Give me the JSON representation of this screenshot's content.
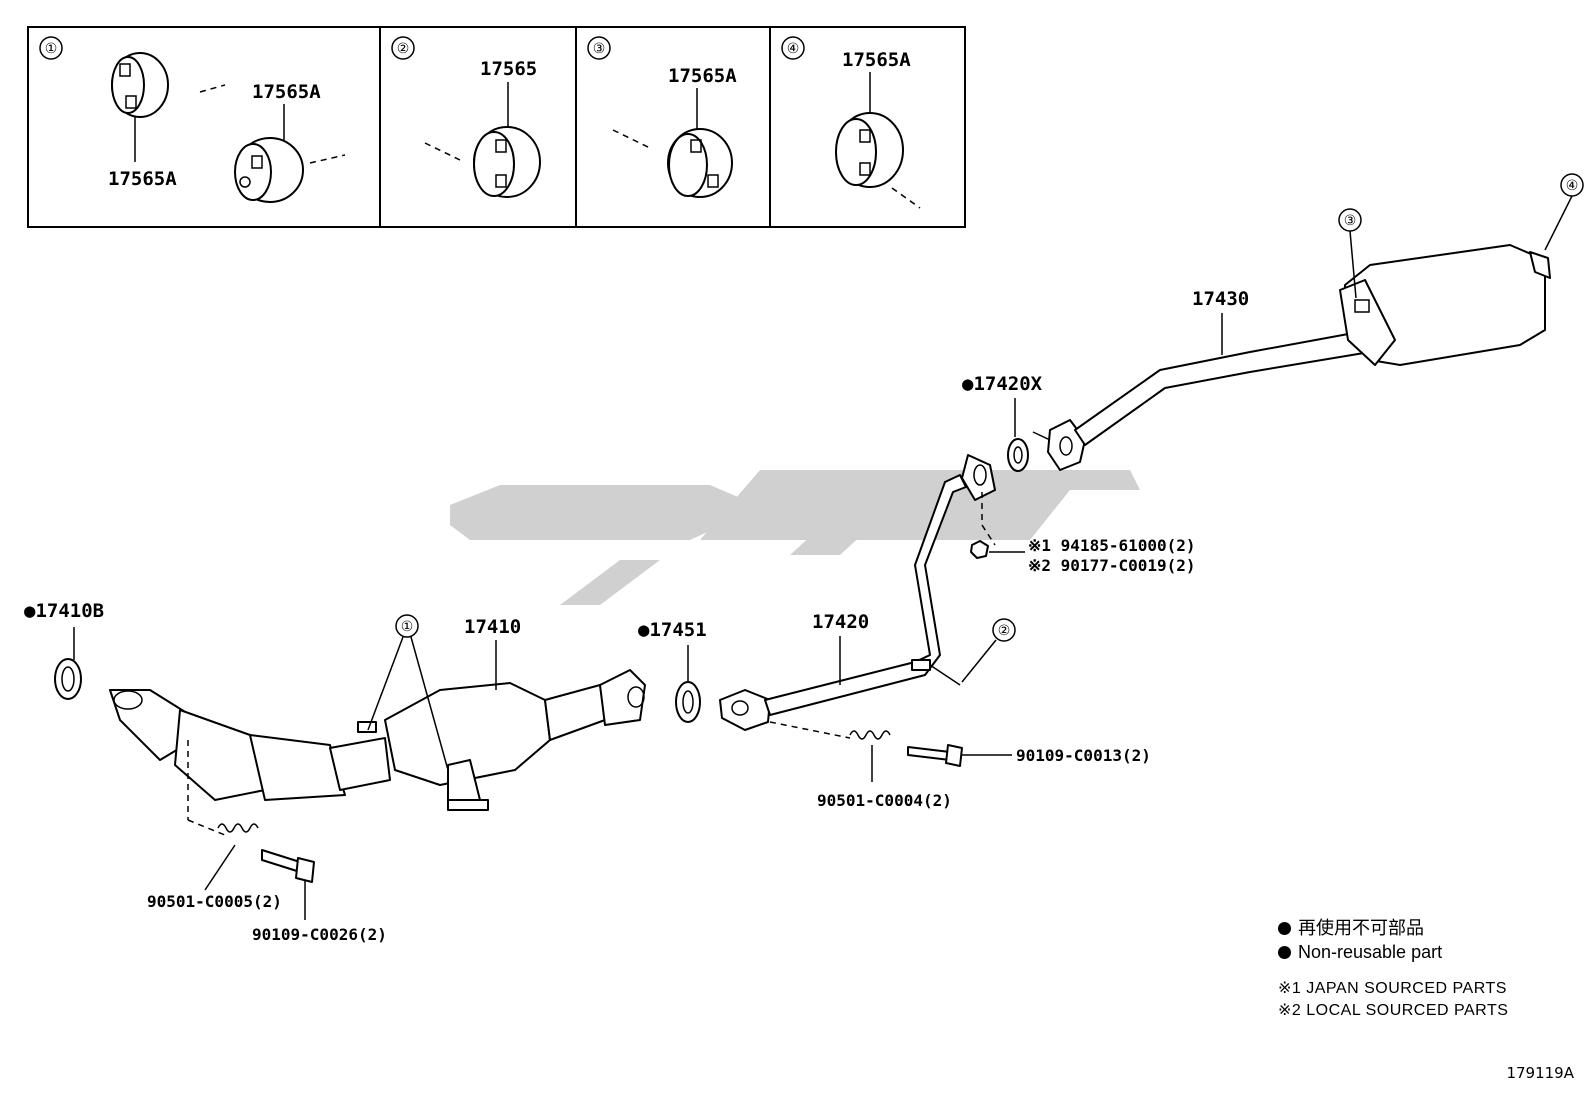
{
  "insets": [
    {
      "circle": "①",
      "labels": [
        "17565A",
        "17565A"
      ]
    },
    {
      "circle": "②",
      "labels": [
        "17565"
      ]
    },
    {
      "circle": "③",
      "labels": [
        "17565A"
      ]
    },
    {
      "circle": "④",
      "labels": [
        "17565A"
      ]
    }
  ],
  "parts": {
    "p17410b": "●17410B",
    "p17410": "17410",
    "p17451": "●17451",
    "p17420": "17420",
    "p17420x": "●17420X",
    "p17430": "17430",
    "p90501_c0005": "90501-C0005(2)",
    "p90109_c0026": "90109-C0026(2)",
    "p90501_c0004": "90501-C0004(2)",
    "p90109_c0013": "90109-C0013(2)",
    "note1_part": "※1 94185-61000(2)",
    "note2_part": "※2 90177-C0019(2)"
  },
  "callouts": {
    "c1": "①",
    "c2": "②",
    "c3": "③",
    "c4": "④"
  },
  "legend": {
    "jp": "再使用不可部品",
    "en": "Non-reusable part",
    "note1": "※1  JAPAN SOURCED PARTS",
    "note2": "※2  LOCAL SOURCED PARTS"
  },
  "catalog_number": "179119A",
  "colors": {
    "line": "#000000",
    "watermark": "#d0d0d0",
    "background": "#ffffff"
  }
}
